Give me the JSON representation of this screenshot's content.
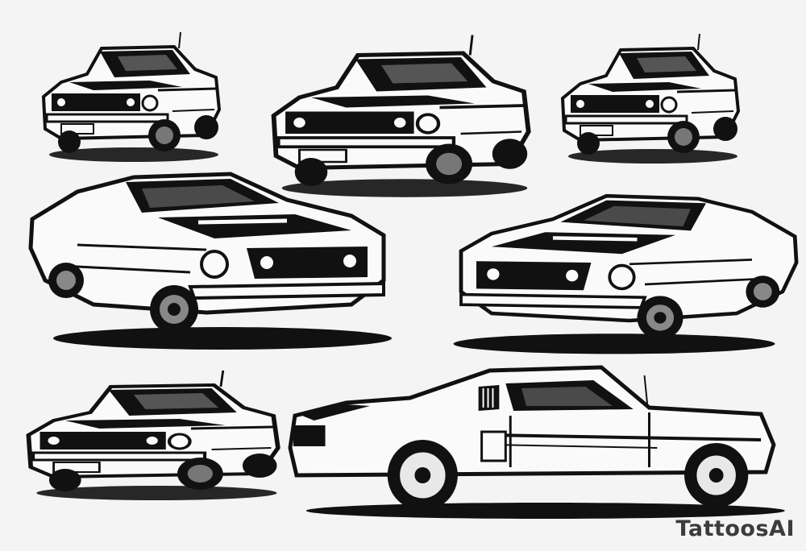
{
  "image": {
    "subject": "tattoo-style-illustration",
    "palette": {
      "background": "#f4f4f4",
      "ink": "#111111",
      "watermark": "#3c3c3c"
    },
    "elements": [
      {
        "id": "car-top-left",
        "icon": "mustang-front-three-quarter"
      },
      {
        "id": "car-top-center",
        "icon": "mustang-front-three-quarter"
      },
      {
        "id": "car-top-right",
        "icon": "mustang-front-three-quarter"
      },
      {
        "id": "car-middle-left",
        "icon": "mustang-fastback-front"
      },
      {
        "id": "car-middle-right",
        "icon": "mustang-fastback-front"
      },
      {
        "id": "car-bottom-left",
        "icon": "mustang-front-three-quarter"
      },
      {
        "id": "car-bottom-right",
        "icon": "mustang-fastback-side"
      }
    ]
  },
  "watermark": {
    "text": "TattoosAI"
  }
}
